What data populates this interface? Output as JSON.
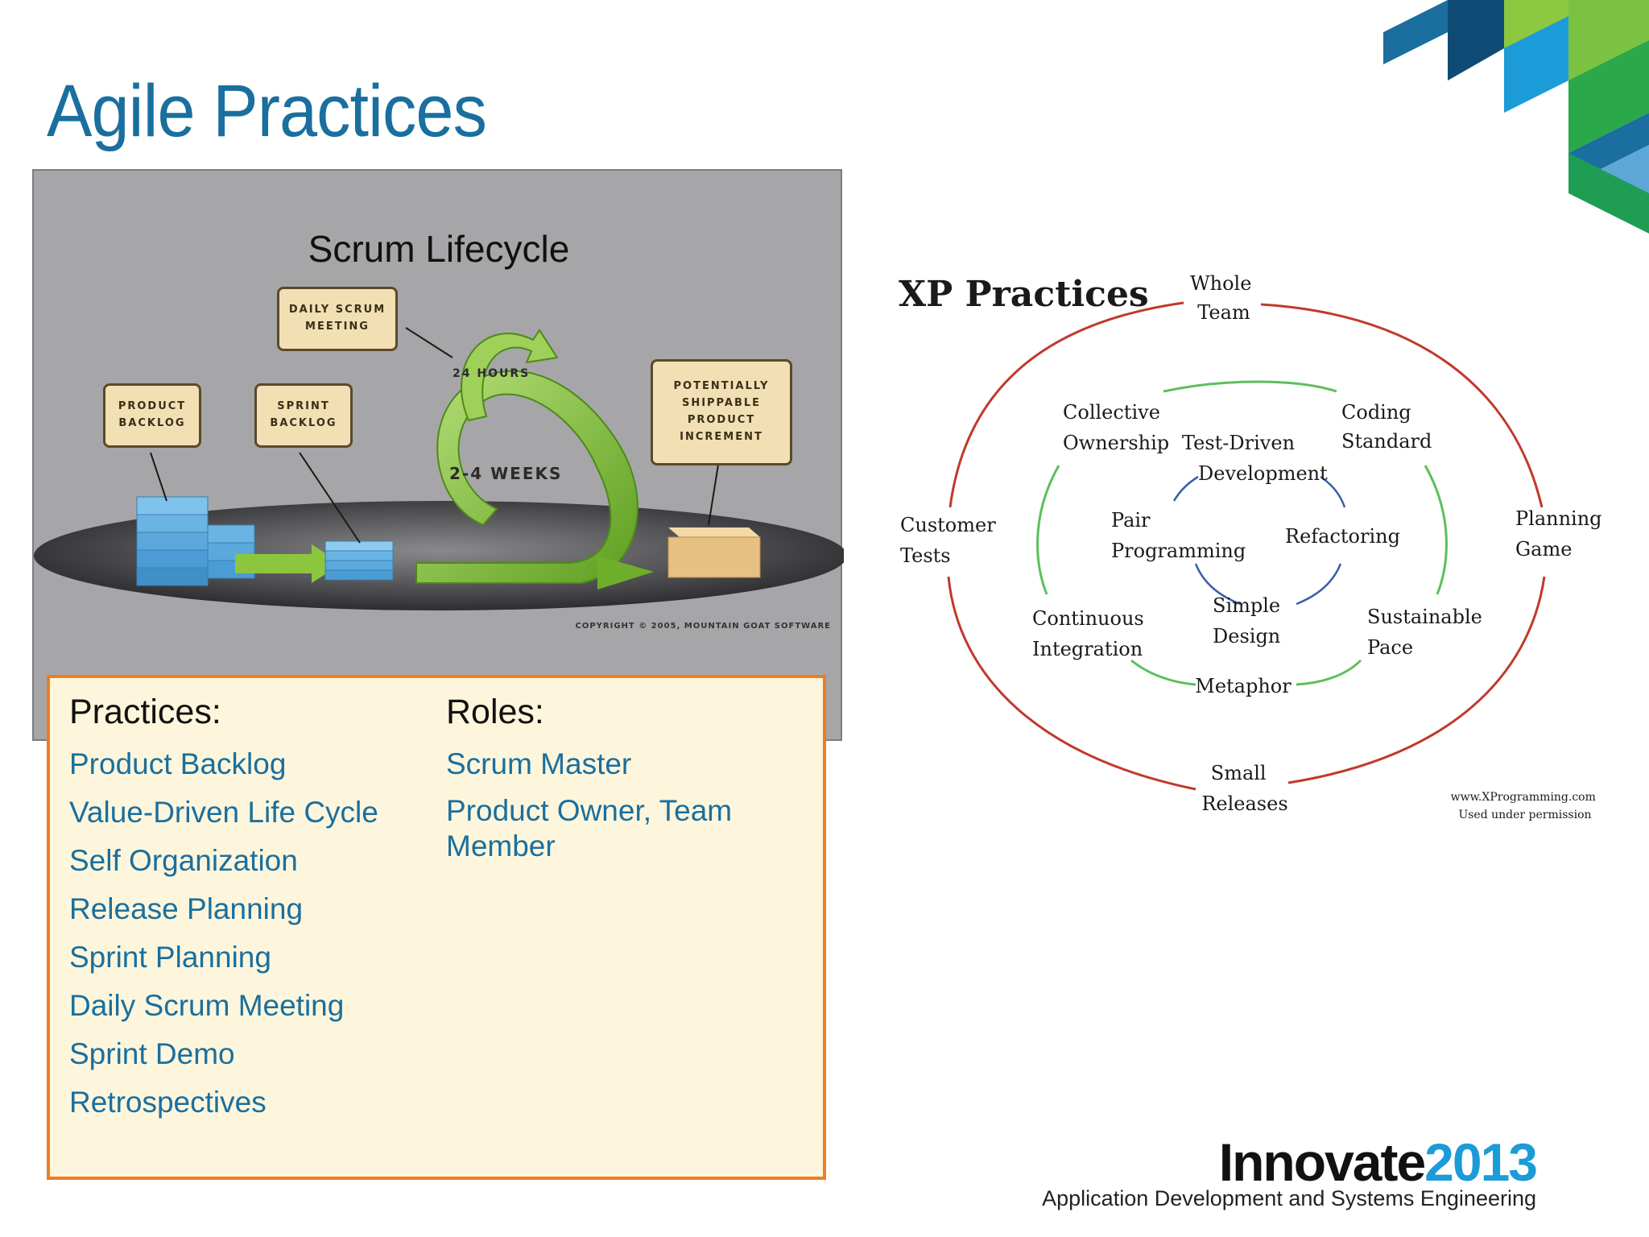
{
  "slide": {
    "title": "Agile Practices"
  },
  "scrum": {
    "title": "Scrum Lifecycle",
    "callouts": {
      "daily_scrum": "Daily Scrum\nMeeting",
      "product_backlog": "Product\nBacklog",
      "sprint_backlog": "Sprint\nBacklog",
      "increment": "Potentially\nShippable\nProduct\nIncrement"
    },
    "labels": {
      "hours": "24 Hours",
      "weeks": "2-4 Weeks",
      "copyright": "Copyright © 2005, Mountain Goat Software"
    }
  },
  "practices_box": {
    "practices_heading": "Practices:",
    "practices": [
      "Product Backlog",
      "Value-Driven Life Cycle",
      "Self Organization",
      "Release Planning",
      "Sprint Planning",
      "Daily Scrum Meeting",
      "Sprint Demo",
      "Retrospectives"
    ],
    "roles_heading": "Roles:",
    "roles": [
      "Scrum Master",
      "Product Owner, Team\nMember"
    ]
  },
  "xp": {
    "title": "XP Practices",
    "outer": {
      "whole_team": [
        "Whole",
        "Team"
      ],
      "customer_tests": [
        "Customer",
        "Tests"
      ],
      "planning_game": [
        "Planning",
        "Game"
      ],
      "small_releases": [
        "Small",
        "Releases"
      ]
    },
    "middle": {
      "collective_ownership": [
        "Collective",
        "Ownership"
      ],
      "coding_standard": [
        "Coding",
        "Standard"
      ],
      "continuous_integration": [
        "Continuous",
        "Integration"
      ],
      "sustainable_pace": [
        "Sustainable",
        "Pace"
      ],
      "metaphor": [
        "Metaphor"
      ]
    },
    "inner": {
      "test_driven": [
        "Test-Driven",
        "Development"
      ],
      "pair_programming": [
        "Pair",
        "Programming"
      ],
      "refactoring": [
        "Refactoring"
      ],
      "simple_design": [
        "Simple",
        "Design"
      ]
    },
    "credit": [
      "www.XProgramming.com",
      "Used under permission"
    ],
    "colors": {
      "outer": "#c0392b",
      "middle": "#5cbf5c",
      "inner": "#3a5ea8"
    }
  },
  "brand": {
    "name": "Innovate",
    "year": "2013",
    "subtitle": "Application Development and Systems Engineering"
  }
}
